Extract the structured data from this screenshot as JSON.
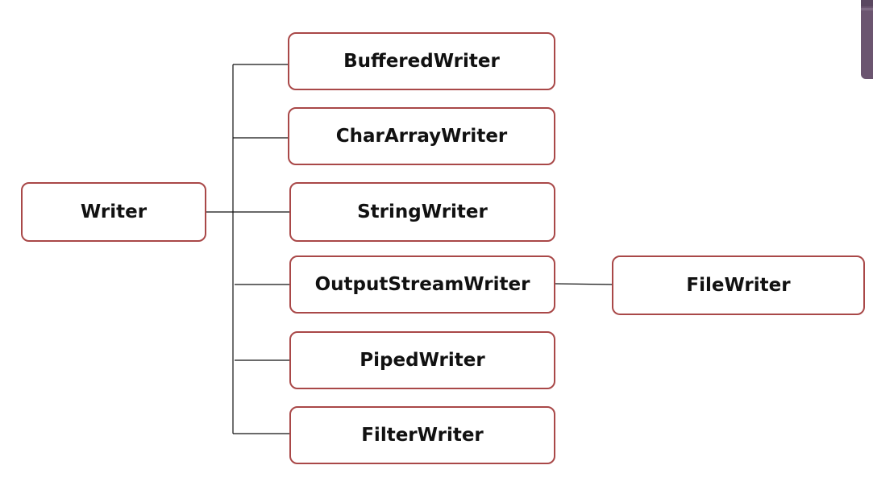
{
  "diagram": {
    "root": {
      "label": "Writer"
    },
    "children": [
      {
        "label": "BufferedWriter"
      },
      {
        "label": "CharArrayWriter"
      },
      {
        "label": "StringWriter"
      },
      {
        "label": "OutputStreamWriter"
      },
      {
        "label": "PipedWriter"
      },
      {
        "label": "FilterWriter"
      }
    ],
    "grandchild": {
      "label": "FileWriter",
      "parent": "OutputStreamWriter"
    }
  },
  "colors": {
    "box_border": "#a94848",
    "connector": "#111111",
    "corner_accent": "#6b5570"
  }
}
